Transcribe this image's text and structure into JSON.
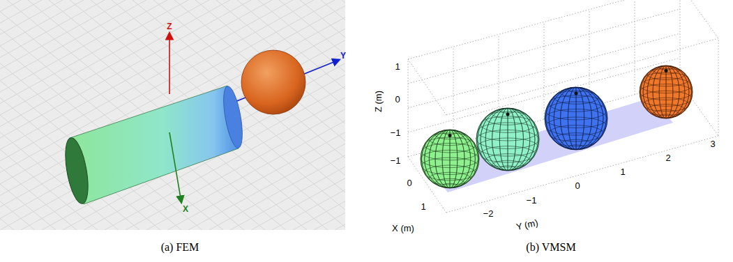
{
  "diagram": {
    "labels": [
      "Z",
      "Y",
      "X",
      "(a) FEM",
      "1",
      "0",
      "−1",
      "Z (m)",
      "−1",
      "0",
      "1",
      "X (m)",
      "−2",
      "−1",
      "0",
      "1",
      "2",
      "3",
      "Y (m)",
      "(b) VMSM"
    ]
  }
}
